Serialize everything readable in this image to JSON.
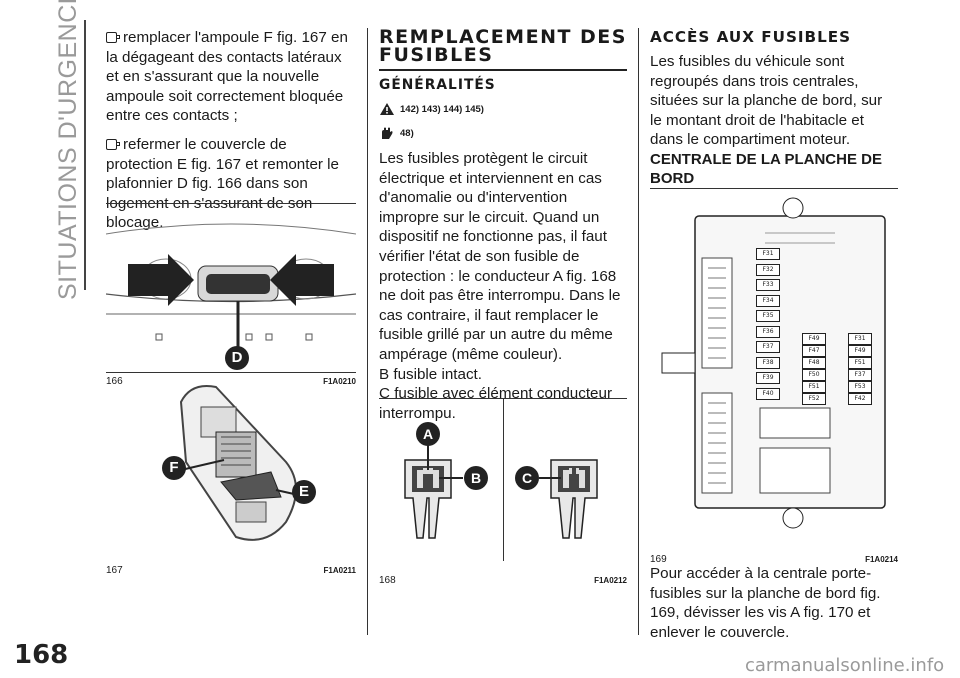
{
  "sidebar": {
    "label": "SITUATIONS D'URGENCE"
  },
  "page": {
    "number": "168",
    "watermark": "carmanualsonline.info"
  },
  "col1": {
    "bullet1": "remplacer l'ampoule F fig. 167 en la dégageant des contacts latéraux et en s'assurant que la nouvelle ampoule soit correctement bloquée entre ces contacts ;",
    "bullet2": "refermer le couvercle de protection E fig. 167 et remonter le plafonnier D fig. 166 dans son logement en s'assurant de son blocage.",
    "fig166": {
      "num": "166",
      "code": "F1A0210",
      "label_d": "D"
    },
    "fig167": {
      "num": "167",
      "code": "F1A0211",
      "label_f": "F",
      "label_e": "E"
    }
  },
  "col2": {
    "title": "REMPLACEMENT DES FUSIBLES",
    "subtitle": "GÉNÉRALITÉS",
    "warn1": "142) 143) 144) 145)",
    "warn2": "48)",
    "body": "Les fusibles protègent le circuit électrique et interviennent en cas d'anomalie ou d'intervention impropre sur le circuit. Quand un dispositif ne fonctionne pas, il faut vérifier l'état de son fusible de protection : le conducteur A fig. 168 ne doit pas être interrompu. Dans le cas contraire, il faut remplacer le fusible grillé par un autre du même ampérage (même couleur).",
    "line_b": "B fusible intact.",
    "line_c": "C fusible avec élément conducteur interrompu.",
    "fig168": {
      "num": "168",
      "code": "F1A0212",
      "label_a": "A",
      "label_b": "B",
      "label_c": "C"
    }
  },
  "col3": {
    "title": "ACCÈS AUX FUSIBLES",
    "body": "Les fusibles du véhicule sont regroupés dans trois centrales, situées sur la planche de bord, sur le montant droit de l'habitacle et dans le compartiment moteur.",
    "subtitle": "CENTRALE DE LA PLANCHE DE BORD",
    "after": "Pour accéder à la centrale porte-fusibles sur la planche de bord fig. 169, dévisser les vis A fig. 170 et enlever le couvercle.",
    "fig169": {
      "num": "169",
      "code": "F1A0214",
      "fuses_left": [
        "F31",
        "F32",
        "F33",
        "F34",
        "F35",
        "F36",
        "F37",
        "F38",
        "F39",
        "F40"
      ],
      "fuses_mid": [
        "F49",
        "F47",
        "F48",
        "F50",
        "F51",
        "F52"
      ],
      "fuses_right": [
        "F31",
        "F49",
        "F51",
        "F37",
        "F53",
        "F42"
      ]
    }
  }
}
